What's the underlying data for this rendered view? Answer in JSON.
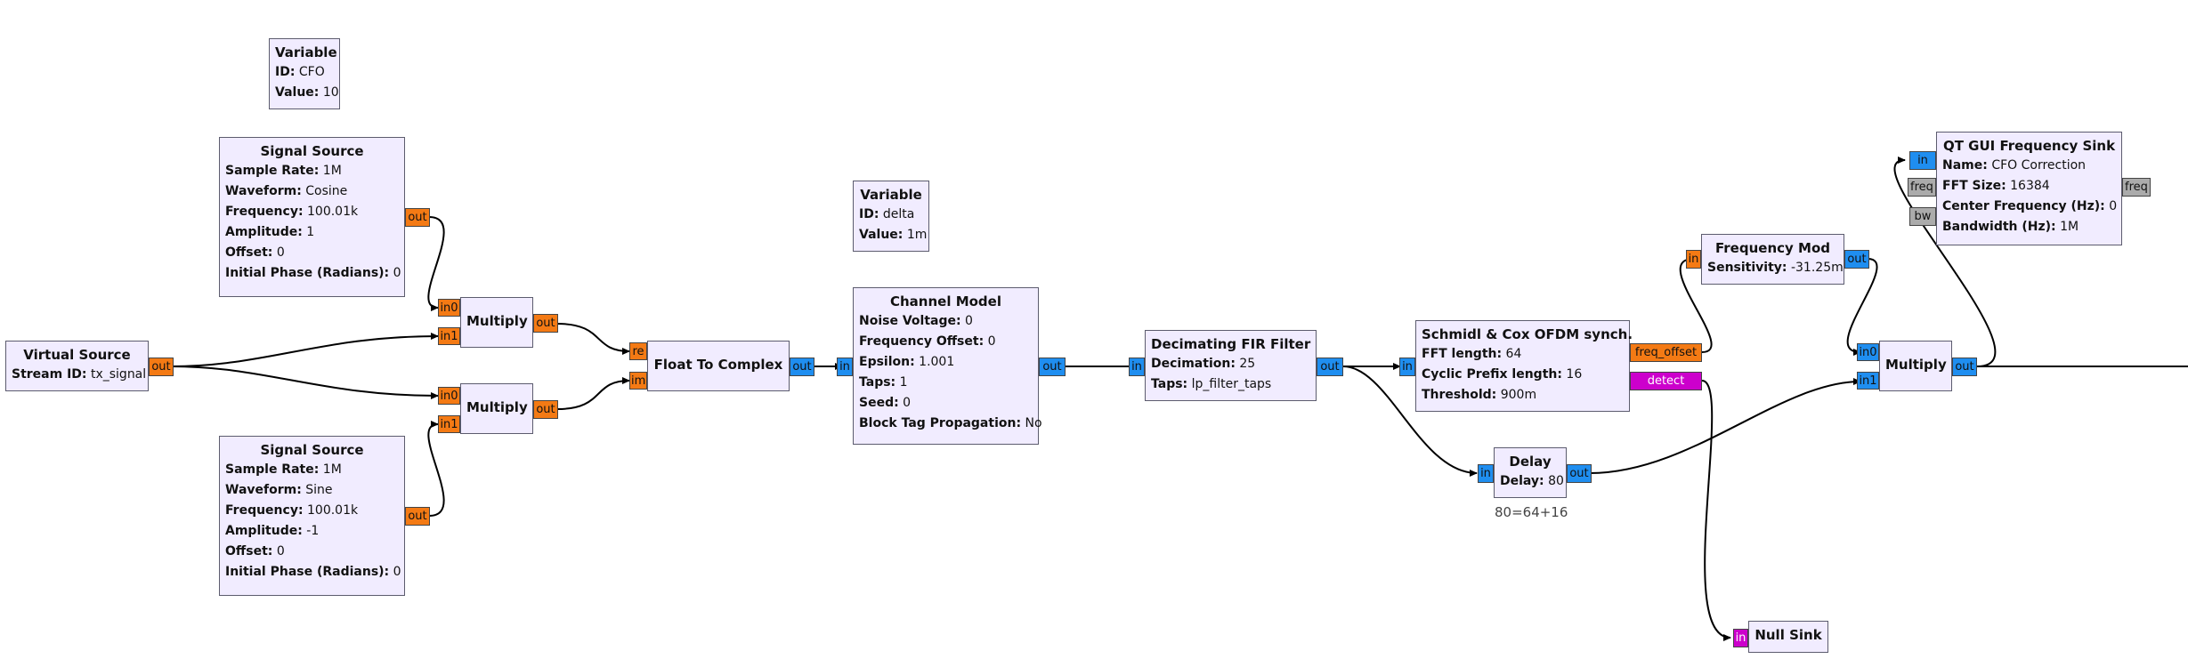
{
  "blocks": {
    "var_cfo": {
      "title": "Variable",
      "params": [
        {
          "k": "ID:",
          "v": "CFO"
        },
        {
          "k": "Value:",
          "v": "10"
        }
      ]
    },
    "sigsrc1": {
      "title": "Signal Source",
      "params": [
        {
          "k": "Sample Rate:",
          "v": "1M"
        },
        {
          "k": "Waveform:",
          "v": "Cosine"
        },
        {
          "k": "Frequency:",
          "v": "100.01k"
        },
        {
          "k": "Amplitude:",
          "v": "1"
        },
        {
          "k": "Offset:",
          "v": "0"
        },
        {
          "k": "Initial Phase (Radians):",
          "v": "0"
        }
      ]
    },
    "sigsrc2": {
      "title": "Signal Source",
      "params": [
        {
          "k": "Sample Rate:",
          "v": "1M"
        },
        {
          "k": "Waveform:",
          "v": "Sine"
        },
        {
          "k": "Frequency:",
          "v": "100.01k"
        },
        {
          "k": "Amplitude:",
          "v": "-1"
        },
        {
          "k": "Offset:",
          "v": "0"
        },
        {
          "k": "Initial Phase (Radians):",
          "v": "0"
        }
      ]
    },
    "vsrc": {
      "title": "Virtual Source",
      "params": [
        {
          "k": "Stream ID:",
          "v": "tx_signal"
        }
      ]
    },
    "mul1": {
      "title": "Multiply",
      "params": []
    },
    "mul2": {
      "title": "Multiply",
      "params": []
    },
    "f2c": {
      "title": "Float To Complex",
      "params": []
    },
    "var_delta": {
      "title": "Variable",
      "params": [
        {
          "k": "ID:",
          "v": "delta"
        },
        {
          "k": "Value:",
          "v": "1m"
        }
      ]
    },
    "chan": {
      "title": "Channel Model",
      "params": [
        {
          "k": "Noise Voltage:",
          "v": "0"
        },
        {
          "k": "Frequency Offset:",
          "v": "0"
        },
        {
          "k": "Epsilon:",
          "v": "1.001"
        },
        {
          "k": "Taps:",
          "v": "1"
        },
        {
          "k": "Seed:",
          "v": "0"
        },
        {
          "k": "Block Tag Propagation:",
          "v": "No"
        }
      ]
    },
    "fir": {
      "title": "Decimating FIR Filter",
      "params": [
        {
          "k": "Decimation:",
          "v": "25"
        },
        {
          "k": "Taps:",
          "v": "lp_filter_taps"
        }
      ]
    },
    "sc": {
      "title": "Schmidl & Cox OFDM synch.",
      "params": [
        {
          "k": "FFT length:",
          "v": "64"
        },
        {
          "k": "Cyclic Prefix length:",
          "v": "16"
        },
        {
          "k": "Threshold:",
          "v": "900m"
        }
      ],
      "left": true
    },
    "delay": {
      "title": "Delay",
      "params": [
        {
          "k": "Delay:",
          "v": "80"
        }
      ]
    },
    "fmod": {
      "title": "Frequency Mod",
      "params": [
        {
          "k": "Sensitivity:",
          "v": "-31.25m"
        }
      ]
    },
    "mul3": {
      "title": "Multiply",
      "params": []
    },
    "nsink": {
      "title": "Null Sink",
      "params": []
    },
    "qtsink": {
      "title": "QT GUI Frequency Sink",
      "params": [
        {
          "k": "Name:",
          "v": "CFO Correction"
        },
        {
          "k": "FFT Size:",
          "v": "16384"
        },
        {
          "k": "Center Frequency (Hz):",
          "v": "0"
        },
        {
          "k": "Bandwidth (Hz):",
          "v": "1M"
        }
      ]
    }
  },
  "ports": {
    "sigsrc1_out": "out",
    "sigsrc2_out": "out",
    "vsrc_out": "out",
    "mul1_in0": "in0",
    "mul1_in1": "in1",
    "mul1_out": "out",
    "mul2_in0": "in0",
    "mul2_in1": "in1",
    "mul2_out": "out",
    "f2c_re": "re",
    "f2c_im": "im",
    "f2c_out": "out",
    "chan_in": "in",
    "chan_out": "out",
    "fir_in": "in",
    "fir_out": "out",
    "sc_in": "in",
    "sc_freq_offset": "freq_offset",
    "sc_detect": "detect",
    "delay_in": "in",
    "delay_out": "out",
    "fmod_in": "in",
    "fmod_out": "out",
    "mul3_in0": "in0",
    "mul3_in1": "in1",
    "mul3_out": "out",
    "nsink_in": "in",
    "qt_in": "in",
    "qt_freq_in": "freq",
    "qt_bw": "bw",
    "qt_freq_out": "freq"
  },
  "comment": "80=64+16",
  "colors": {
    "float": "#f47a14",
    "complex": "#1f8ef0",
    "byte": "#cc00cc",
    "message": "#ababab",
    "block_bg": "#f1ecff"
  }
}
